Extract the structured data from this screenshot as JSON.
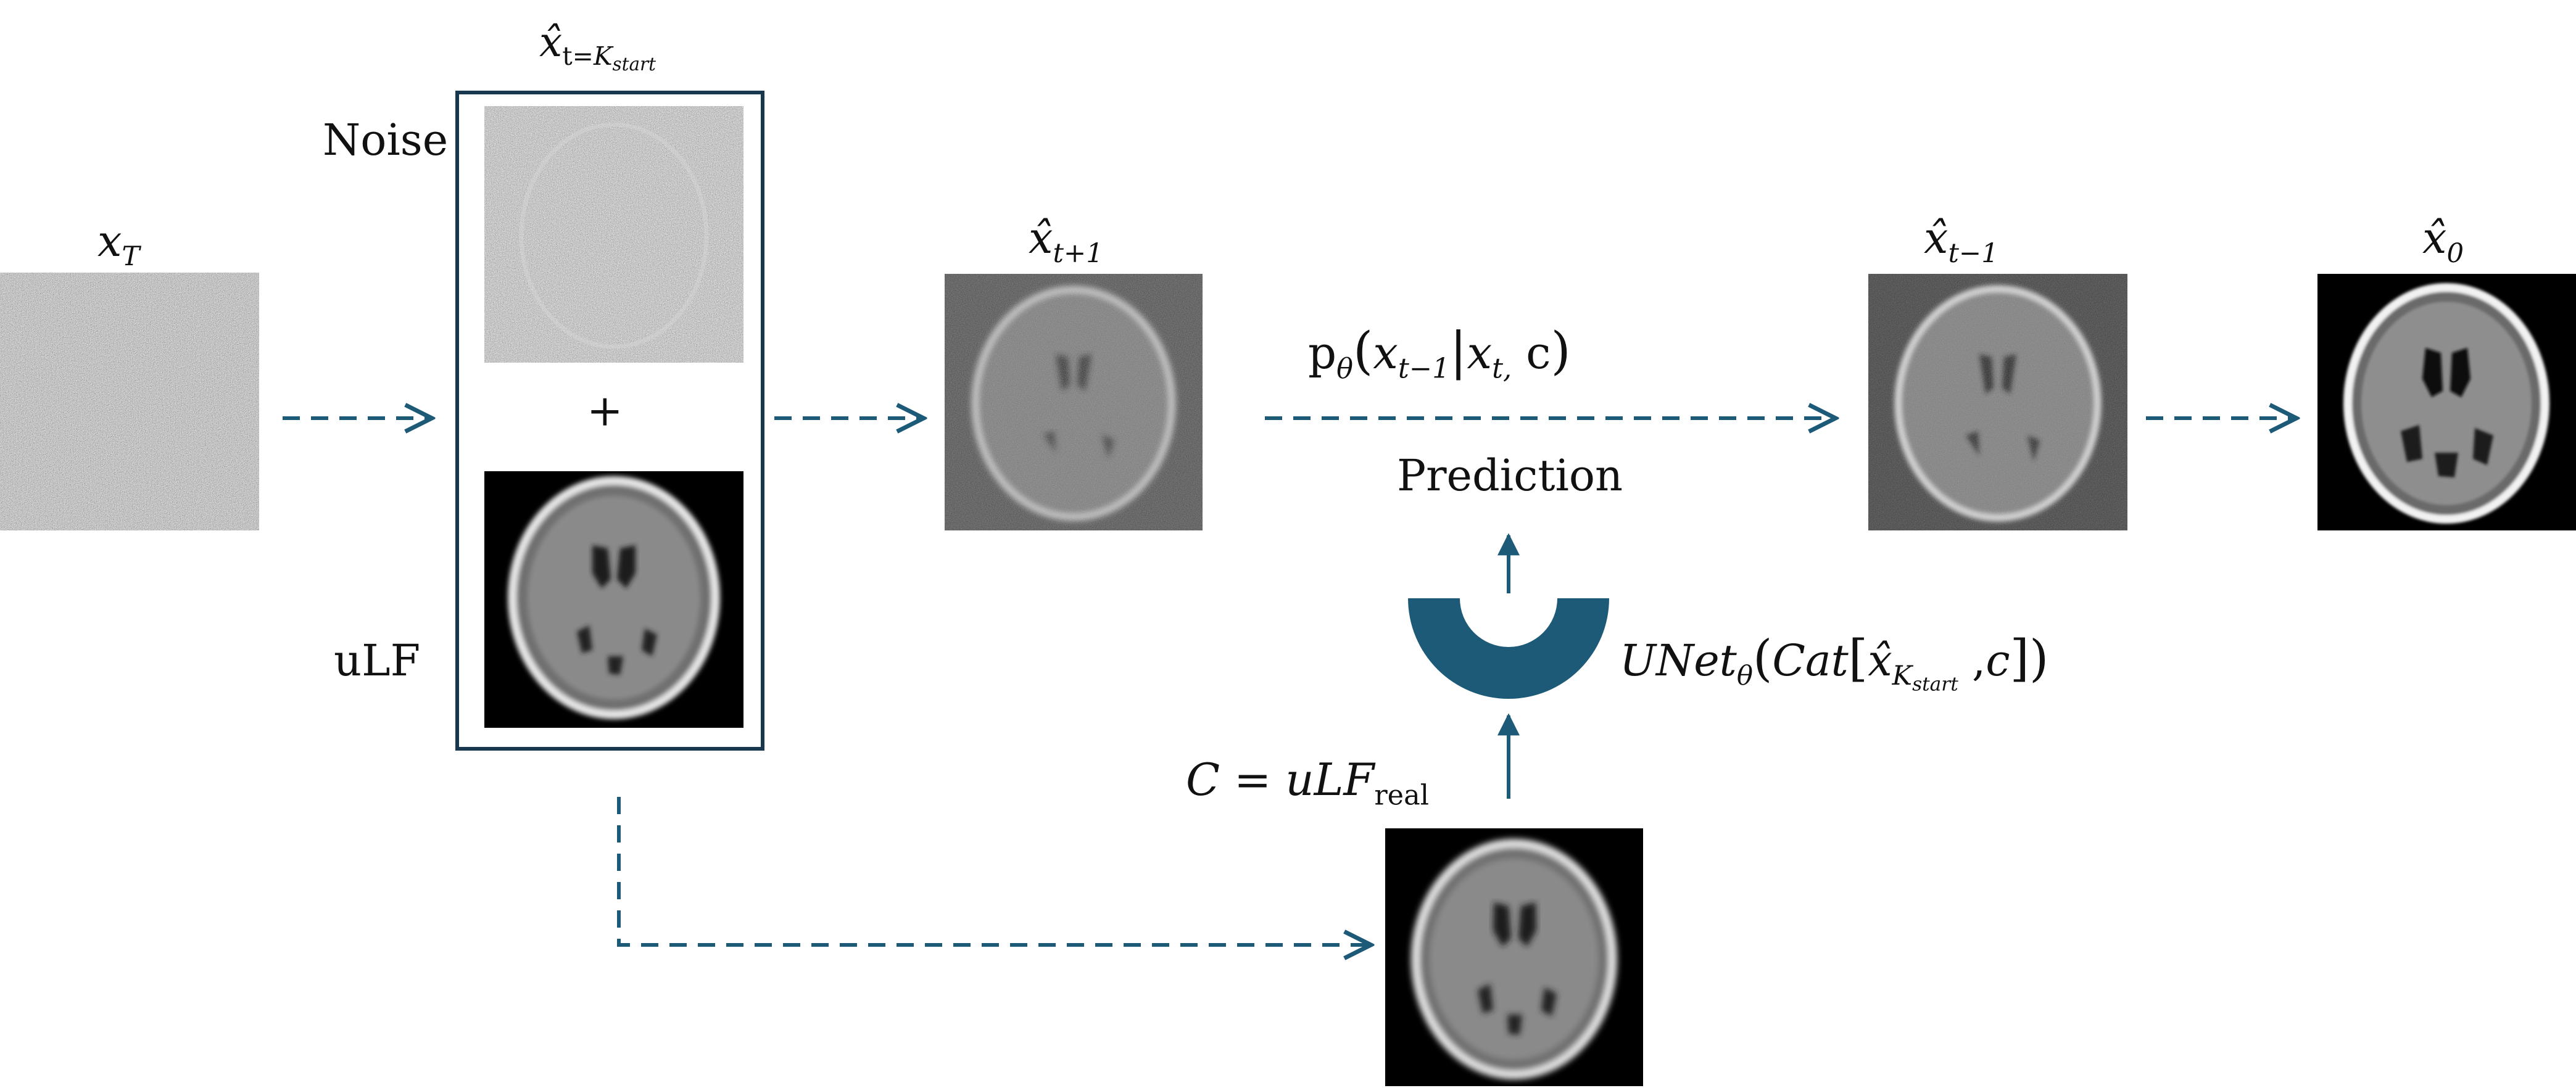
{
  "labels": {
    "x_T": {
      "base": "x",
      "sub": "T"
    },
    "x_hat_t_kstart": {
      "base": "x̂",
      "sub_upright": "t=",
      "sub_italic": "K",
      "sub_sub": "start"
    },
    "noise": "Noise",
    "plus": "+",
    "ulf": "uLF",
    "x_hat_t_plus_1": {
      "base": "x̂",
      "sub": "t+1"
    },
    "x_hat_t_minus_1": {
      "base": "x̂",
      "sub": "t−1"
    },
    "x_hat_0": {
      "base": "x̂",
      "sub": "0"
    },
    "p_theta": {
      "p": "p",
      "theta": "θ",
      "open": "(",
      "x1": "x",
      "x1_sub": "t−1",
      "bar": "|",
      "x2": "x",
      "x2_sub": "t,",
      "c": "c",
      "close": ")"
    },
    "prediction": "Prediction",
    "unet": {
      "name": "UNet",
      "theta": "θ",
      "open": "(",
      "cat": "Cat",
      "lb": "[",
      "xhat": "x̂",
      "k": "K",
      "ksub": "start",
      "comma": ",",
      "c": "c",
      "rb": "]",
      "close": ")"
    },
    "condition": {
      "C": "C",
      "eq": " = ",
      "ulf": "uLF",
      "sub": "real"
    }
  },
  "images": [
    {
      "name": "x-T-noise-image",
      "kind": "pure-noise"
    },
    {
      "name": "noise-image",
      "kind": "noise-with-faint-skull"
    },
    {
      "name": "ulf-image",
      "kind": "ulf-brain"
    },
    {
      "name": "x-hat-t-plus-1-image",
      "kind": "noisy-brain"
    },
    {
      "name": "x-hat-t-minus-1-image",
      "kind": "noisy-brain-less"
    },
    {
      "name": "x-hat-0-image",
      "kind": "clean-brain"
    },
    {
      "name": "ulf-real-image",
      "kind": "ulf-brain"
    }
  ],
  "colors": {
    "accent": "#1d5a78",
    "box_border": "#17384e",
    "text": "#111111"
  }
}
